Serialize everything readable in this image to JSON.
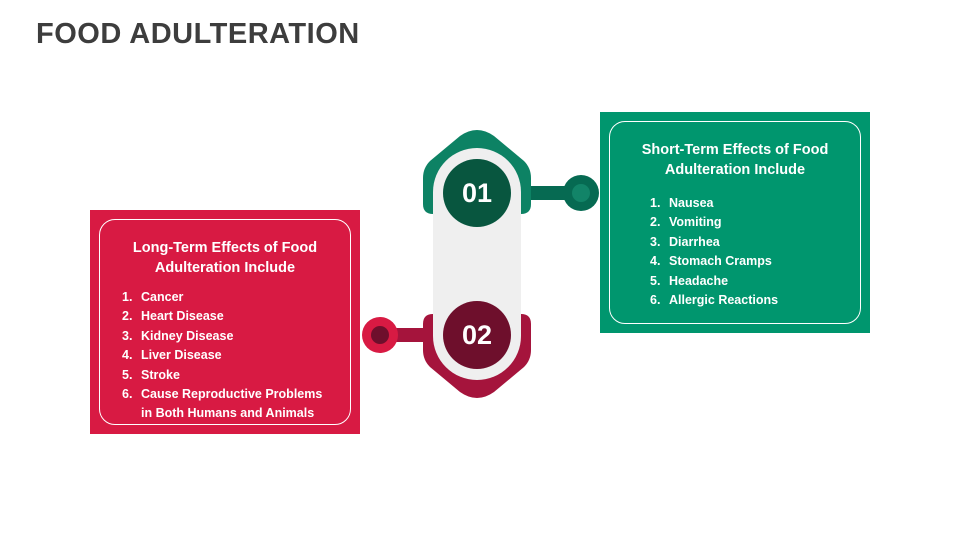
{
  "slide": {
    "title": "FOOD ADULTERATION",
    "background_color": "#FFFFFF",
    "title_color": "#3D3D3D"
  },
  "colors": {
    "green_panel": "#00966E",
    "green_mid": "#0D8264",
    "green_dark": "#08563F",
    "green_connector": "#066A52",
    "red_panel": "#D81A43",
    "red_mid": "#A5143C",
    "red_dark": "#6E0F2C",
    "capsule_gray": "#EFEFEF",
    "text_white": "#FFFFFF"
  },
  "steps": [
    {
      "number": "01",
      "badge_fill": "#08563F",
      "marker_fill": "#0D8264",
      "connector_side": "right",
      "dot_outer": "#066A52",
      "dot_inner": "#128468"
    },
    {
      "number": "02",
      "badge_fill": "#6E0F2C",
      "marker_fill": "#A5143C",
      "connector_side": "left",
      "dot_outer": "#D81A43",
      "dot_inner": "#6E0F2C"
    }
  ],
  "panels": {
    "short_term": {
      "heading_line1": "Short-Term Effects of Food",
      "heading_line2": "Adulteration Include",
      "items": [
        {
          "num": "1.",
          "text": "Nausea"
        },
        {
          "num": "2.",
          "text": "Vomiting"
        },
        {
          "num": "3.",
          "text": "Diarrhea"
        },
        {
          "num": "4.",
          "text": "Stomach Cramps"
        },
        {
          "num": "5.",
          "text": "Headache"
        },
        {
          "num": "6.",
          "text": "Allergic Reactions"
        }
      ]
    },
    "long_term": {
      "heading_line1": "Long-Term Effects of Food",
      "heading_line2": "Adulteration Include",
      "items": [
        {
          "num": "1.",
          "text": "Cancer"
        },
        {
          "num": "2.",
          "text": "Heart Disease"
        },
        {
          "num": "3.",
          "text": "Kidney Disease"
        },
        {
          "num": "4.",
          "text": "Liver Disease"
        },
        {
          "num": "5.",
          "text": "Stroke"
        },
        {
          "num": "6.",
          "text": "Cause Reproductive Problems in Both Humans and Animals"
        }
      ]
    }
  }
}
